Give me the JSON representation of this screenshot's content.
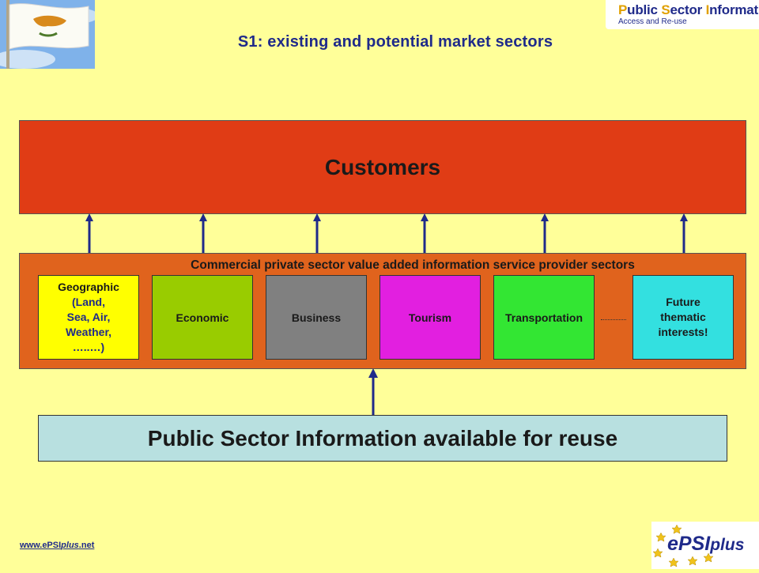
{
  "title": "S1: existing and potential market sectors",
  "header_logo": {
    "pre1": "P",
    "w1": "ublic ",
    "pre2": "S",
    "w2": "ector ",
    "pre3": "I",
    "w3": "nformation",
    "subtitle": "Access and Re-use"
  },
  "flag_icon": "cyprus-flag-icon",
  "customers": "Customers",
  "provider_sectors_label": "Commercial private sector value added information service provider sectors",
  "sectors": {
    "geographic": {
      "label": "Geographic",
      "lines": [
        "(Land,",
        "Sea, Air,",
        "Weather,",
        "…..…)"
      ]
    },
    "economic": "Economic",
    "business": "Business",
    "tourism": "Tourism",
    "transportation": "Transportation",
    "future": {
      "lines": [
        "Future",
        "thematic",
        "interests!"
      ]
    }
  },
  "psi_box": "Public Sector Information available for reuse",
  "footer": {
    "url_a": "www.ePSI",
    "url_b": "plus",
    "url_c": ".net"
  },
  "epsi_logo": {
    "a": "e",
    "b": "PSI",
    "c": "plus"
  },
  "colors": {
    "background": "#ffff99",
    "title_text": "#1f2a8a",
    "customers": "#e03c15",
    "provider_box": "#e0631d",
    "arrow": "#1f2a8a",
    "psi_box": "#b8e0e0",
    "geographic": "#ffff00",
    "economic": "#99cc00",
    "business": "#808080",
    "tourism": "#e21fe0",
    "transportation": "#33e633",
    "future": "#33e0e0"
  }
}
